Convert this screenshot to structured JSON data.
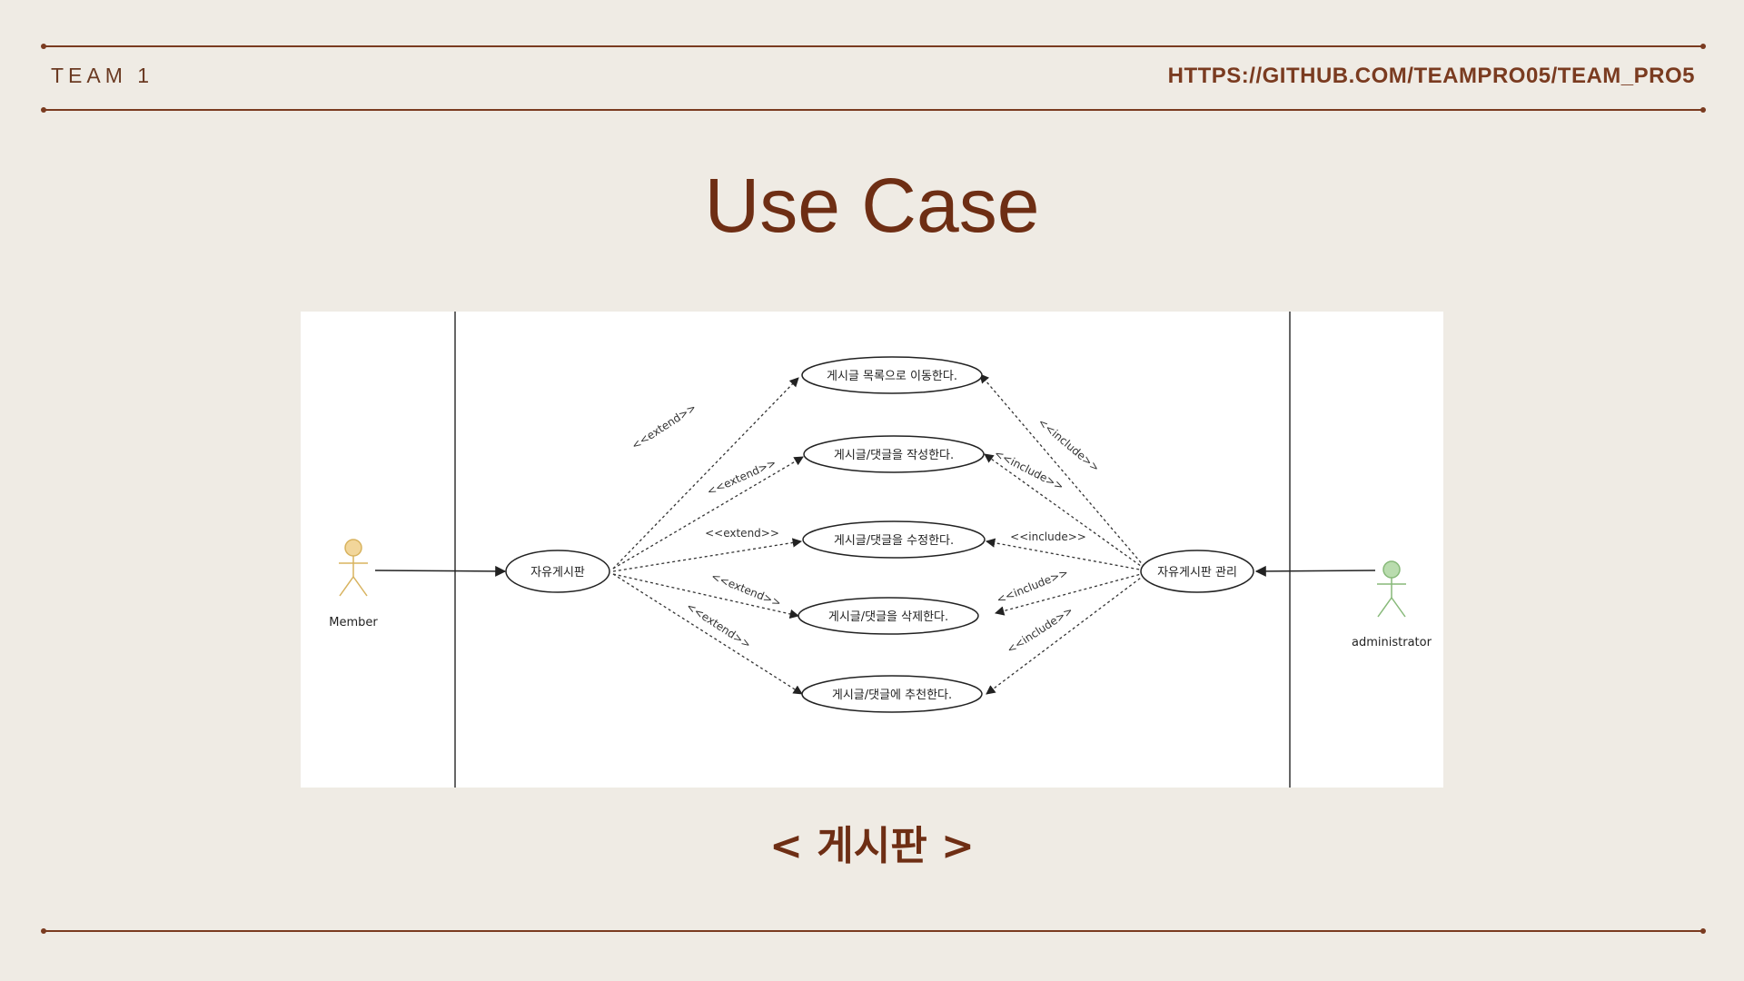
{
  "header": {
    "team": "TEAM 1",
    "repo_url": "HTTPS://GITHUB.COM/TEAMPRO05/TEAM_PRO5"
  },
  "title": "Use Case",
  "caption": "< 게시판 >",
  "diagram": {
    "actors": {
      "member": "Member",
      "admin": "administrator"
    },
    "hub_left": "자유게시판",
    "hub_right": "자유게시판 관리",
    "use_cases": [
      "게시글 목록으로 이동한다.",
      "게시글/댓글을 작성한다.",
      "게시글/댓글을 수정한다.",
      "게시글/댓글을 삭제한다.",
      "게시글/댓글에 추천한다."
    ],
    "extend_label": "<<extend>>",
    "include_label": "<<include>>"
  },
  "colors": {
    "accent": "#6e2e14",
    "rule": "#7a3b20",
    "background": "#efebe4",
    "member_actor": "#f2d69a",
    "admin_actor": "#b9dcae"
  }
}
